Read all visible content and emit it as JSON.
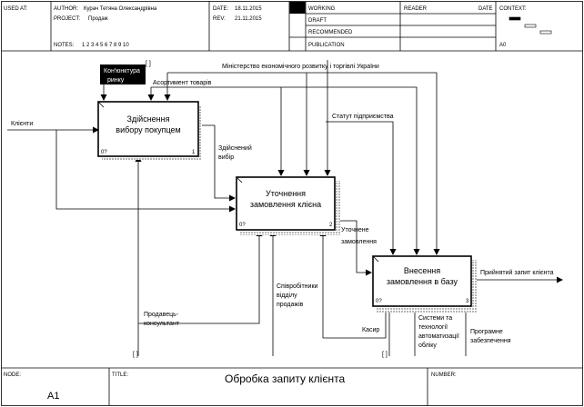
{
  "header": {
    "used_at": "USED AT:",
    "author_label": "AUTHOR:",
    "author_value": "Курач Тетяна Олександрівна",
    "project_label": "PROJECT:",
    "project_value": "Продаж",
    "notes_label": "NOTES:",
    "notes_value": "1  2  3  4  5  6  7  8  9  10",
    "date_label": "DATE:",
    "date_value": "18.11.2015",
    "rev_label": "REV:",
    "rev_value": "21.11.2015",
    "status": [
      "WORKING",
      "DRAFT",
      "RECOMMENDED",
      "PUBLICATION"
    ],
    "reader_label": "READER",
    "reader_date_label": "DATE",
    "context_label": "CONTEXT:",
    "context_node": "A0"
  },
  "boxes": [
    {
      "id": "box1",
      "title_1": "Здійснення",
      "title_2": "вибору покупцем",
      "cost": "0?",
      "number": "1"
    },
    {
      "id": "box2",
      "title_1": "Уточнення",
      "title_2": "замовлення клієна",
      "cost": "0?",
      "number": "2"
    },
    {
      "id": "box3",
      "title_1": "Внесення",
      "title_2": "замовлення в базу",
      "cost": "0?",
      "number": "3"
    }
  ],
  "arrows": {
    "input_clients": "Клієнти",
    "control_conjuncture_1": "Кон'юнктура",
    "control_conjuncture_2": "ринку",
    "control_assortment": "Асортимент товарів",
    "control_ministry": "Міністерство економічного розвитку і торгівлі України",
    "control_statute": "Статут підприємства",
    "output_choice_1": "Здійснений",
    "output_choice_2": "вибір",
    "output_clarified_1": "Уточнене",
    "output_clarified_2": "замовлення",
    "output_final": "Прийнятий запит клієнта",
    "mech_seller_1": "Продавець-",
    "mech_seller_2": "консультант",
    "mech_staff_1": "Співробітники",
    "mech_staff_2": "відділу",
    "mech_staff_3": "продажів",
    "mech_cashier": "Касир",
    "mech_systems_1": "Системи та",
    "mech_systems_2": "технології",
    "mech_systems_3": "автоматизації",
    "mech_systems_4": "обліку",
    "mech_software_1": "Програмне",
    "mech_software_2": "забезпечення",
    "tunnel": "[ ]"
  },
  "footer": {
    "node_label": "NODE:",
    "node_value": "A1",
    "title_label": "TITLE:",
    "title_value": "Обробка запиту  клієнта",
    "number_label": "NUMBER:"
  }
}
